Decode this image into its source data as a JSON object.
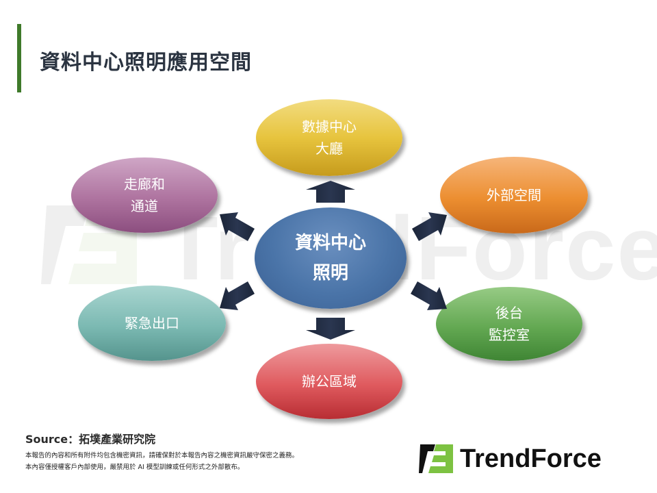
{
  "header": {
    "title": "資料中心照明應用空間",
    "accent_color": "#3f7a2a"
  },
  "diagram": {
    "center": {
      "line1": "資料中心",
      "line2": "照明",
      "color": "#4a74a8"
    },
    "nodes": [
      {
        "id": "top",
        "line1": "數據中心",
        "line2": "大廳",
        "color": "#e4c23a"
      },
      {
        "id": "top-left",
        "line1": "走廊和",
        "line2": "通道",
        "color": "#a66b99"
      },
      {
        "id": "top-right",
        "line1": "外部空間",
        "line2": "",
        "color": "#e88a2a"
      },
      {
        "id": "bottom-left",
        "line1": "緊急出口",
        "line2": "",
        "color": "#77b5ae"
      },
      {
        "id": "bottom-right",
        "line1": "後台",
        "line2": "監控室",
        "color": "#5aa34c"
      },
      {
        "id": "bottom",
        "line1": "辦公區域",
        "line2": "",
        "color": "#d9454b"
      }
    ],
    "arrow_color": "#1f2a3f"
  },
  "watermark": {
    "text": "TrendForce"
  },
  "footer": {
    "source": "Source：拓墣產業研究院",
    "disclaimer_line1": "本報告的內容和所有附件均包含機密資訊，請確保對於本報告內容之機密資訊嚴守保密之義務。",
    "disclaimer_line2": "本內容僅授權客戶內部使用，嚴禁用於 AI 模型訓練或任何形式之外部散布。",
    "logo_text": "TrendForce",
    "logo_green": "#7dc242"
  }
}
